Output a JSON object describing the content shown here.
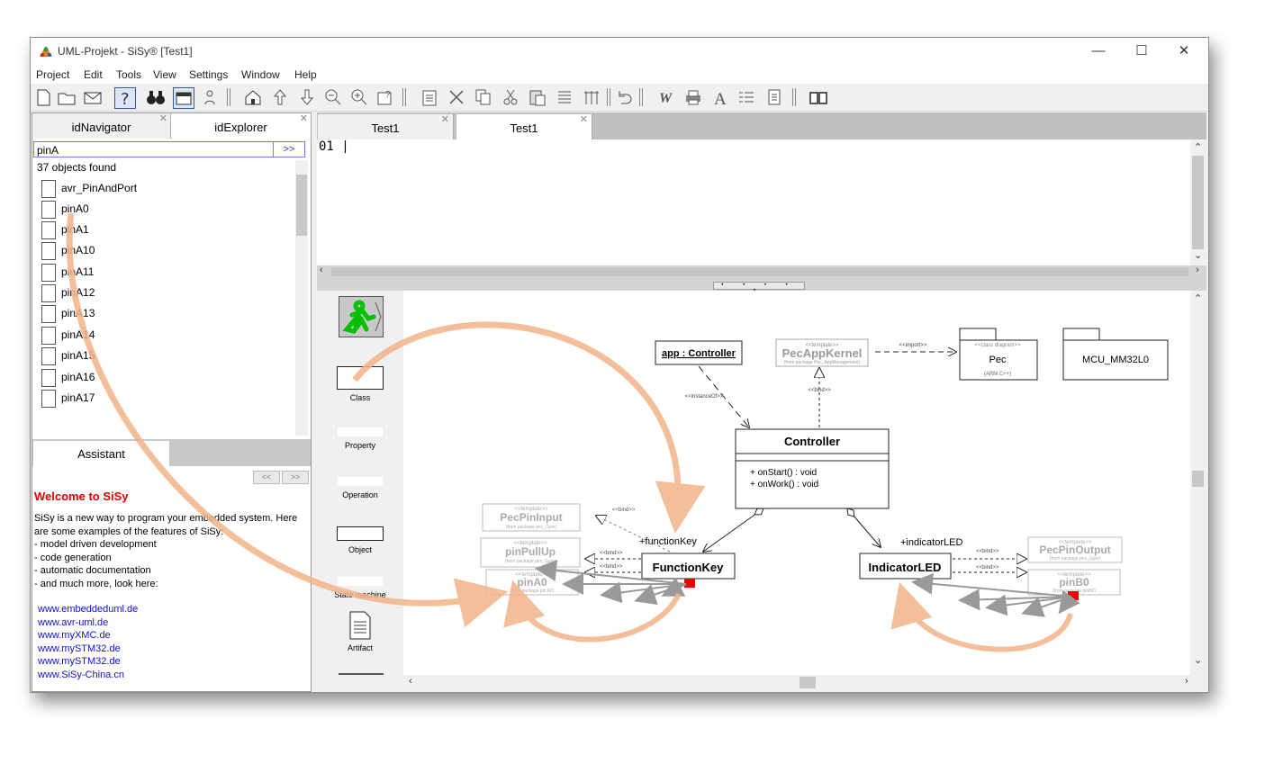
{
  "window": {
    "title": "UML-Projekt - SiSy® [Test1]",
    "minimize": "—",
    "maximize": "☐",
    "close": "✕"
  },
  "menu": [
    "Project",
    "Edit",
    "Tools",
    "View",
    "Settings",
    "Window",
    "Help"
  ],
  "left_tabs": [
    {
      "label": "idNavigator",
      "close": "✕"
    },
    {
      "label": "idExplorer",
      "close": "✕"
    }
  ],
  "explorer": {
    "search_value": "pinA",
    "go_label": ">>",
    "found_text": "37 objects found",
    "items": [
      "avr_PinAndPort",
      "pinA0",
      "pinA1",
      "pinA10",
      "pinA11",
      "pinA12",
      "pinA13",
      "pinA14",
      "pinA15",
      "pinA16",
      "pinA17"
    ]
  },
  "assistant": {
    "tab_label": "Assistant",
    "nav_back": "<<",
    "nav_forward": ">>",
    "welcome": "Welcome to SiSy",
    "intro": "SiSy is a new way to program your embedded system. Here are some examples of the features of SiSy:",
    "features": [
      "- model driven development",
      "- code generation",
      "- automatic documentation",
      "- and much more, look here:"
    ],
    "links": [
      "www.embeddeduml.de",
      "www.avr-uml.de",
      "www.myXMC.de",
      "www.mySTM32.de",
      "www.mySTM32.de",
      "www.SiSy-China.cn"
    ]
  },
  "doc_tabs": [
    {
      "label": "Test1",
      "close": "✕"
    },
    {
      "label": "Test1",
      "close": "✕"
    }
  ],
  "editor": {
    "line": "01 |"
  },
  "palette": {
    "items": [
      "Class",
      "Property",
      "Operation",
      "Object",
      "State machine",
      "Artifact"
    ]
  },
  "diagram": {
    "app_object": "app : Controller",
    "pec_app_kernel": {
      "stereotype": "<<template>>",
      "name": "PecAppKernel",
      "note": "(from package Pec_AppManagement)"
    },
    "import_label": "<<import>>",
    "pec_package": {
      "stereotype": "<<class diagram>>",
      "name": "Pec",
      "note": "(ARM C++)"
    },
    "mcu_package": {
      "name": "MCU_MM32L0"
    },
    "instance_of": "<<instanceOf>>",
    "bind_label": "<<bind>>",
    "controller": {
      "name": "Controller",
      "operations": [
        "+ onStart() : void",
        "+ onWork() : void"
      ]
    },
    "function_key_role": "+functionKey",
    "indicator_led_role": "+indicatorLED",
    "function_key": "FunctionKey",
    "indicator_led": "IndicatorLED",
    "pec_pin_input": {
      "stereotype": "<<template>>",
      "name": "PecPinInput",
      "note": "(from package pec_Gpio)"
    },
    "pin_pull_up": {
      "stereotype": "<<template>>",
      "name": "pinPullUp",
      "note": "(from package pec_Gpio)"
    },
    "pin_a0": {
      "stereotype": "<<template>>",
      "name": "pinA0",
      "note": "(from package pin A0)"
    },
    "pec_pin_output": {
      "stereotype": "<<template>>",
      "name": "PecPinOutput",
      "note": "(from package pec_Gpio)"
    },
    "pin_b0": {
      "stereotype": "<<template>>",
      "name": "pinB0",
      "note": "(from package pinB0)"
    }
  },
  "colors": {
    "accent_arrow": "#f0b890",
    "welcome_red": "#e00000",
    "link_blue": "#1010d0",
    "pin_red": "#ee0000"
  }
}
